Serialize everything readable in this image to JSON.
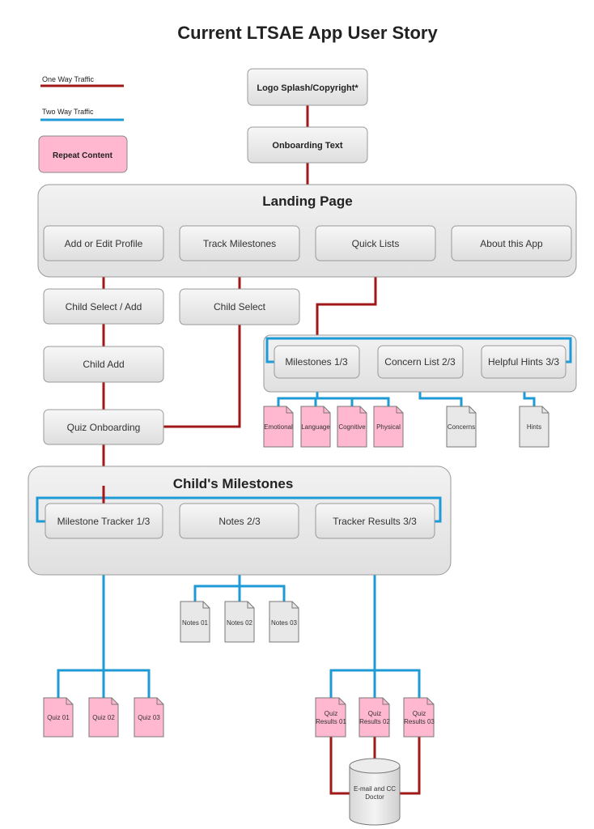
{
  "title": "Current LTSAE App User Story",
  "legend": {
    "one_way": "One Way Traffic",
    "two_way": "Two Way Traffic",
    "repeat": "Repeat Content",
    "one_way_color": "#a01818",
    "two_way_color": "#1e9ad6",
    "repeat_color": "#ffb8cf"
  },
  "nodes": {
    "logo_splash": "Logo Splash/Copyright*",
    "onboarding": "Onboarding Text",
    "landing_page": "Landing Page",
    "add_edit_profile": "Add or Edit Profile",
    "track_milestones": "Track Milestones",
    "quick_lists": "Quick Lists",
    "about_app": "About this App",
    "child_select_add": "Child Select / Add",
    "child_select": "Child Select",
    "child_add": "Child Add",
    "quiz_onboarding": "Quiz Onboarding",
    "milestones_13": "Milestones 1/3",
    "concern_list": "Concern List 2/3",
    "helpful_hints": "Helpful Hints 3/3",
    "childs_milestones": "Child's Milestones",
    "milestone_tracker": "Milestone Tracker 1/3",
    "notes": "Notes 2/3",
    "tracker_results": "Tracker Results 3/3",
    "db_line1": "E-mail and CC",
    "db_line2": "Doctor"
  },
  "docs": {
    "emotional": "Emotional",
    "language": "Language",
    "cognitive": "Cognitive",
    "physical": "Physical",
    "concerns": "Concerns",
    "hints": "Hints",
    "notes01": "Notes 01",
    "notes02": "Notes 02",
    "notes03": "Notes 03",
    "quiz01": "Quiz 01",
    "quiz02": "Quiz 02",
    "quiz03": "Quiz 03",
    "qr_word": "Quiz",
    "qr01": "Results 01",
    "qr02": "Results 02",
    "qr03": "Results 03"
  }
}
